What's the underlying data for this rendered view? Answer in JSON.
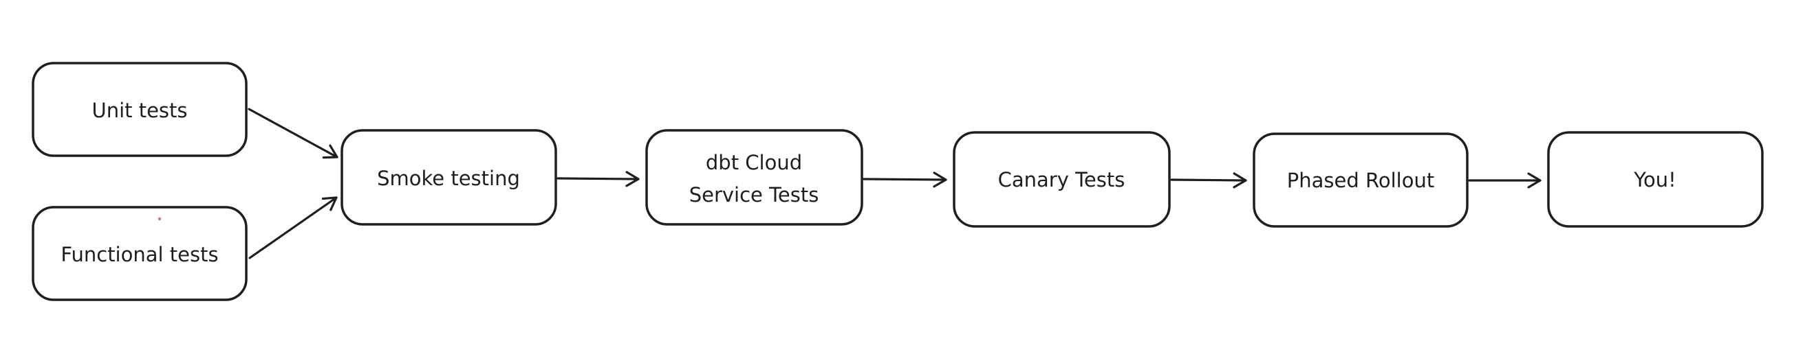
{
  "diagram": {
    "background_color": "#ffffff",
    "stroke_color": "#1e1e1e",
    "nodes": [
      {
        "id": "unit-tests",
        "label": "Unit tests"
      },
      {
        "id": "functional-tests",
        "label": "Functional tests"
      },
      {
        "id": "smoke-testing",
        "label": "Smoke testing"
      },
      {
        "id": "dbt-cloud-service-tests",
        "label": "dbt Cloud Service Tests",
        "lines": [
          "dbt Cloud",
          "Service Tests"
        ]
      },
      {
        "id": "canary-tests",
        "label": "Canary Tests"
      },
      {
        "id": "phased-rollout",
        "label": "Phased Rollout"
      },
      {
        "id": "you",
        "label": "You!"
      }
    ],
    "edges": [
      {
        "from": "unit-tests",
        "to": "smoke-testing"
      },
      {
        "from": "functional-tests",
        "to": "smoke-testing"
      },
      {
        "from": "smoke-testing",
        "to": "dbt-cloud-service-tests"
      },
      {
        "from": "dbt-cloud-service-tests",
        "to": "canary-tests"
      },
      {
        "from": "canary-tests",
        "to": "phased-rollout"
      },
      {
        "from": "phased-rollout",
        "to": "you"
      }
    ],
    "stray_dot_color": "#e07070"
  }
}
